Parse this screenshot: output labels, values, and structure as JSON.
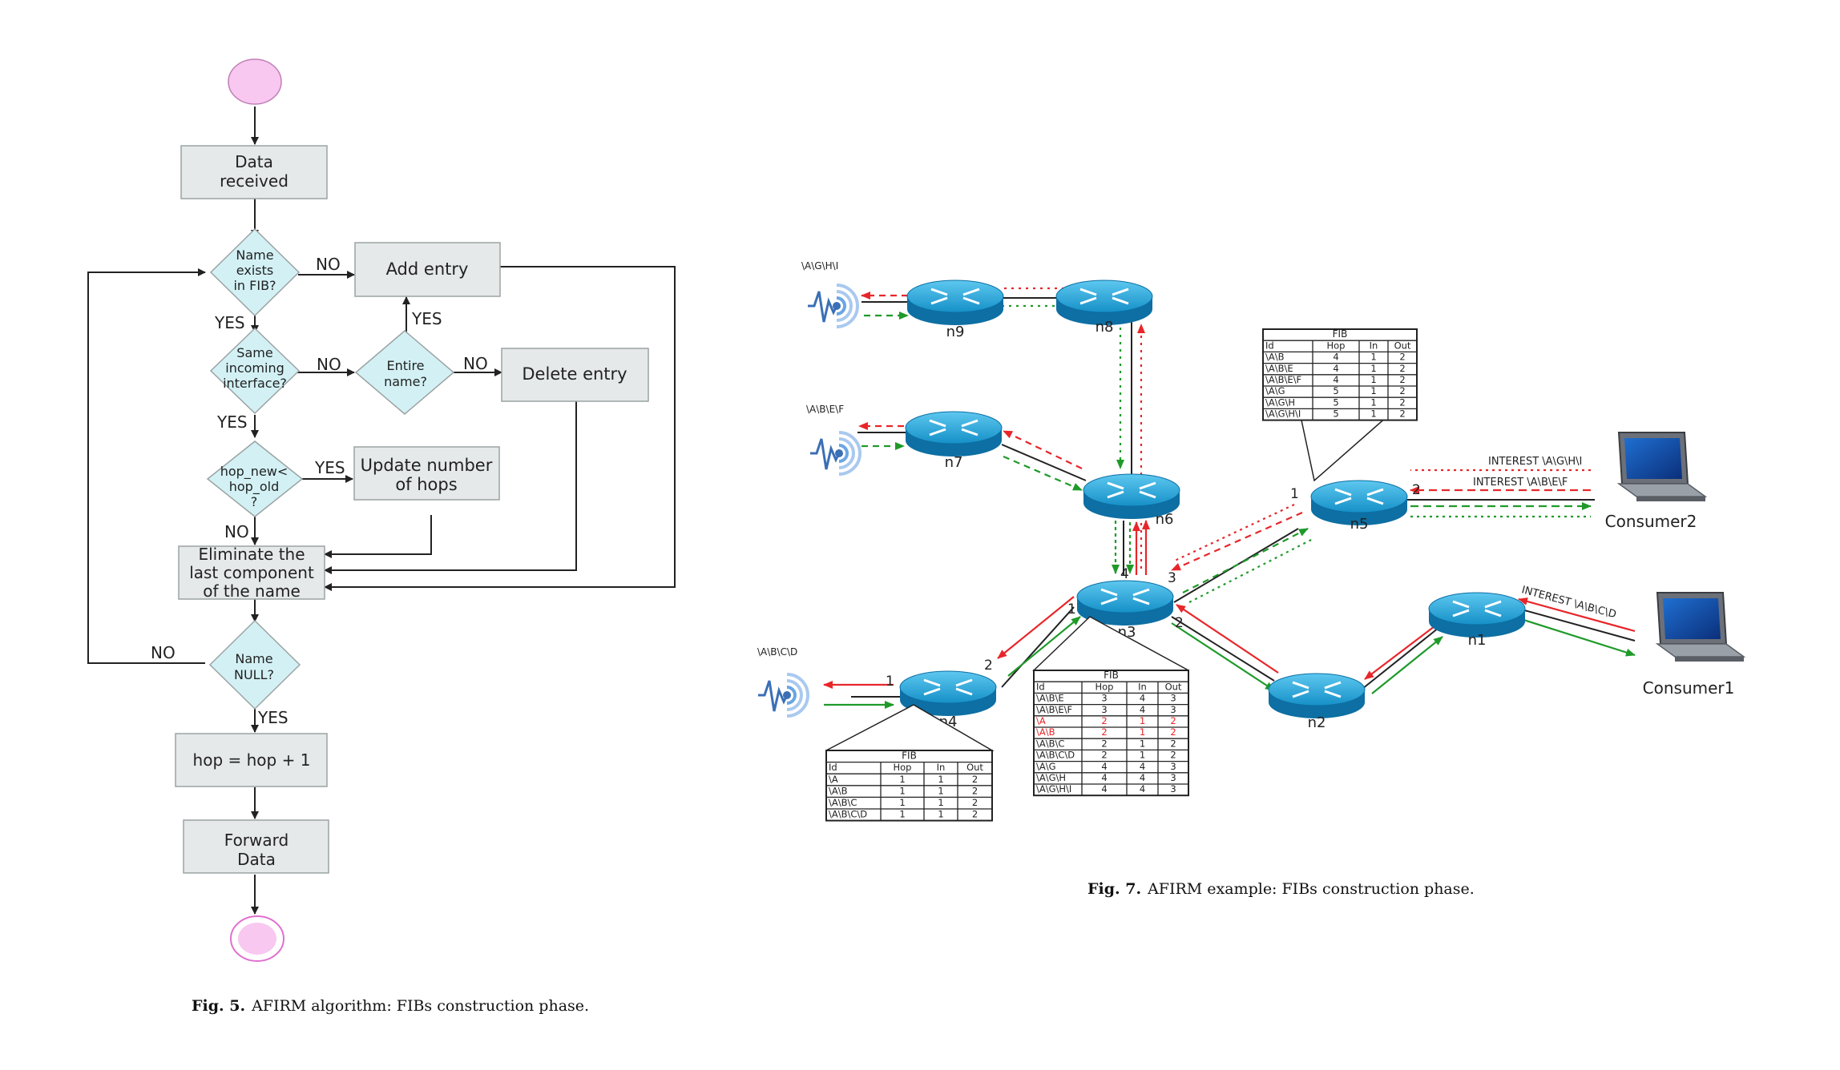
{
  "fig5": {
    "caption_label": "Fig. 5.",
    "caption_text": "AFIRM algorithm: FIBs construction phase.",
    "data_received": [
      "Data",
      "received"
    ],
    "name_exists": [
      "Name",
      "exists",
      "in FIB?"
    ],
    "add_entry": "Add entry",
    "same_iface": [
      "Same",
      "incoming",
      "interface?"
    ],
    "entire_name": [
      "Entire",
      "name?"
    ],
    "delete_entry": "Delete entry",
    "hop_cmp": [
      "hop_new<",
      "hop_old",
      "?"
    ],
    "update_hops": [
      "Update number",
      "of hops"
    ],
    "eliminate": [
      "Eliminate the",
      "last component",
      "of the name"
    ],
    "name_null": [
      "Name",
      "NULL?"
    ],
    "hop_inc": "hop = hop + 1",
    "forward": [
      "Forward",
      "Data"
    ],
    "yes": "YES",
    "no": "NO"
  },
  "fig7": {
    "caption_label": "Fig. 7.",
    "caption_text": "AFIRM example: FIBs construction phase.",
    "nodes": [
      "n1",
      "n2",
      "n3",
      "n4",
      "n5",
      "n6",
      "n7",
      "n8",
      "n9"
    ],
    "producers": [
      "\\A\\G\\H\\I",
      "\\A\\B\\E\\F",
      "\\A\\B\\C\\D"
    ],
    "consumers": [
      "Consumer1",
      "Consumer2"
    ],
    "interests": [
      "INTEREST \\A\\G\\H\\I",
      "INTEREST \\A\\B\\E\\F",
      "INTEREST \\A\\B\\C\\D"
    ],
    "ports": [
      "1",
      "2",
      "3",
      "4"
    ],
    "colors": {
      "red": "#e8262a",
      "green": "#1f9a2a",
      "router": "#1aa0d8"
    },
    "fib_title": "FIB",
    "fib_headers": [
      "Id",
      "Hop",
      "In",
      "Out"
    ],
    "fib_n5": [
      [
        "\\A\\B",
        "4",
        "1",
        "2"
      ],
      [
        "\\A\\B\\E",
        "4",
        "1",
        "2"
      ],
      [
        "\\A\\B\\E\\F",
        "4",
        "1",
        "2"
      ],
      [
        "\\A\\G",
        "5",
        "1",
        "2"
      ],
      [
        "\\A\\G\\H",
        "5",
        "1",
        "2"
      ],
      [
        "\\A\\G\\H\\I",
        "5",
        "1",
        "2"
      ]
    ],
    "fib_n3": [
      [
        "\\A\\B\\E",
        "3",
        "4",
        "3"
      ],
      [
        "\\A\\B\\E\\F",
        "3",
        "4",
        "3"
      ],
      [
        "\\A",
        "2",
        "1",
        "2"
      ],
      [
        "\\A\\B",
        "2",
        "1",
        "2"
      ],
      [
        "\\A\\B\\C",
        "2",
        "1",
        "2"
      ],
      [
        "\\A\\B\\C\\D",
        "2",
        "1",
        "2"
      ],
      [
        "\\A\\G",
        "4",
        "4",
        "3"
      ],
      [
        "\\A\\G\\H",
        "4",
        "4",
        "3"
      ],
      [
        "\\A\\G\\H\\I",
        "4",
        "4",
        "3"
      ]
    ],
    "fib_n3_red_rows": [
      2,
      3
    ],
    "fib_n4": [
      [
        "\\A",
        "1",
        "1",
        "2"
      ],
      [
        "\\A\\B",
        "1",
        "1",
        "2"
      ],
      [
        "\\A\\B\\C",
        "1",
        "1",
        "2"
      ],
      [
        "\\A\\B\\C\\D",
        "1",
        "1",
        "2"
      ]
    ]
  }
}
